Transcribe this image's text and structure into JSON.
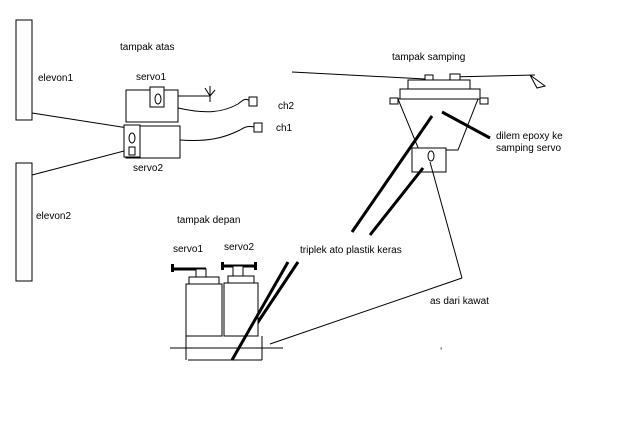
{
  "labels": {
    "tampak_atas": "tampak atas",
    "tampak_samping": "tampak samping",
    "tampak_depan": "tampak depan",
    "elevon1": "elevon1",
    "elevon2": "elevon2",
    "servo1_top": "servo1",
    "servo2_top": "servo2",
    "ch1": "ch1",
    "ch2": "ch2",
    "servo1_front": "servo1",
    "servo2_front": "servo2",
    "dilem_line1": "dilem epoxy ke",
    "dilem_line2": "samping servo",
    "triplek": "triplek ato plastik keras",
    "as_dari_kawat": "as dari kawat"
  },
  "colors": {
    "ink": "#000000",
    "background": "#ffffff"
  }
}
